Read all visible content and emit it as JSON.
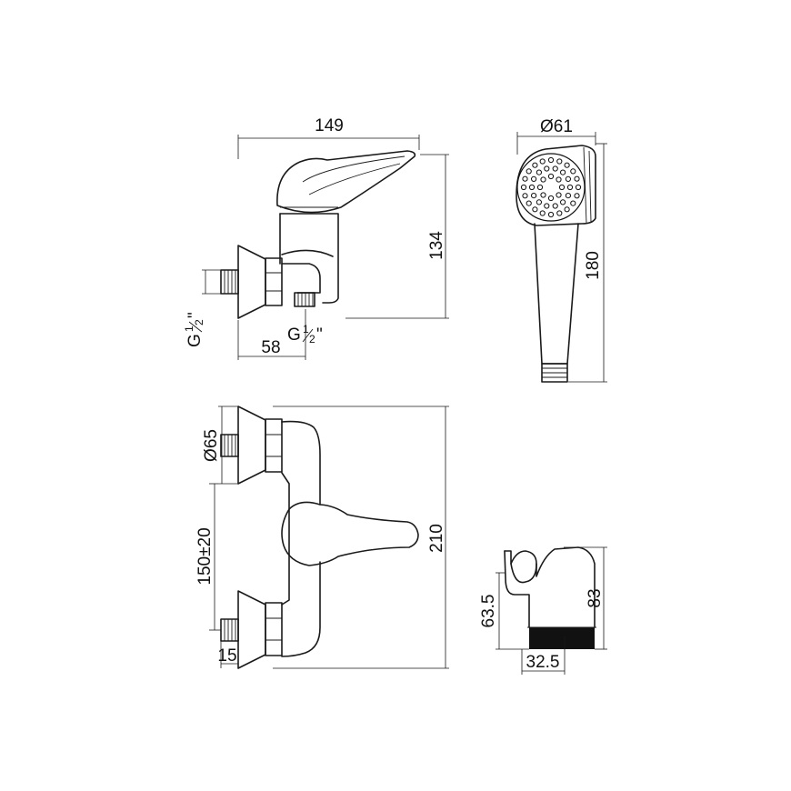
{
  "dimensions": {
    "top_width": "149",
    "top_height": "134",
    "offset": "58",
    "thread_left_prefix": "G",
    "thread_left_num": "1",
    "thread_left_den": "2",
    "thread_left_suffix": "\"",
    "thread_bottom_prefix": "G",
    "thread_bottom_num": "1",
    "thread_bottom_den": "2",
    "thread_bottom_suffix": "\"",
    "head_diameter": "Ø61",
    "shower_length": "180",
    "flange_diameter": "Ø65",
    "centers": "150±20",
    "front_height": "210",
    "stub_length": "15",
    "bracket_height": "83",
    "bracket_hole": "63.5",
    "bracket_width": "32.5"
  }
}
